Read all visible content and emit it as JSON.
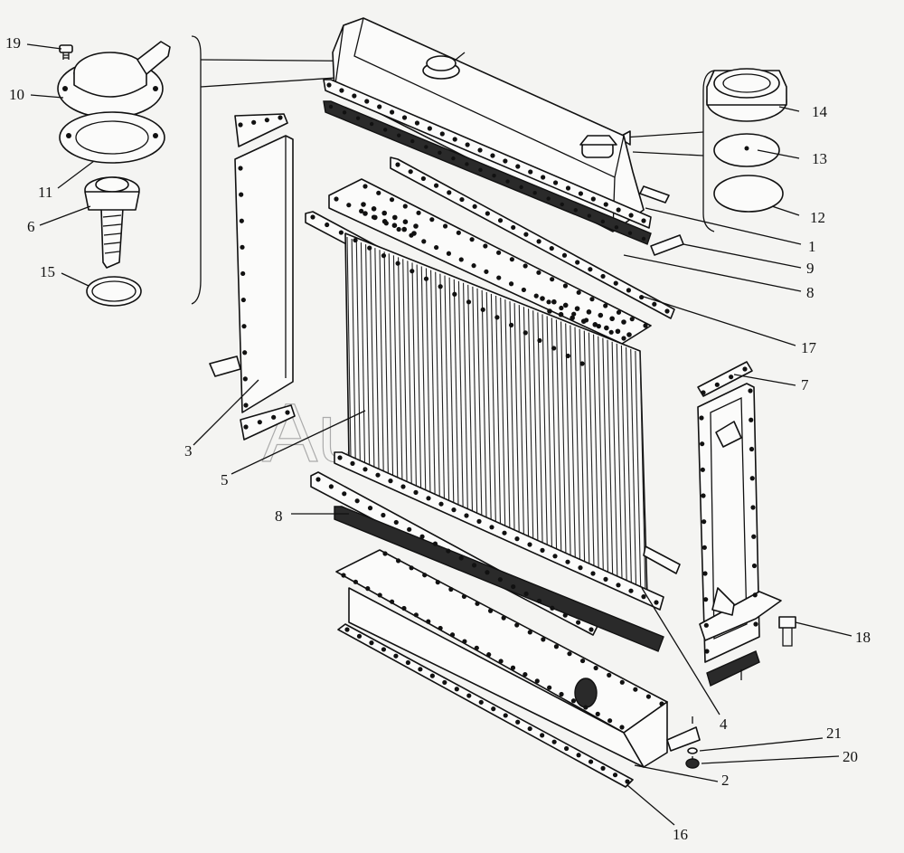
{
  "watermark": "AutoSoft",
  "callouts": [
    {
      "id": "c19",
      "text": "19"
    },
    {
      "id": "c10",
      "text": "10"
    },
    {
      "id": "c11",
      "text": "11"
    },
    {
      "id": "c6",
      "text": "6"
    },
    {
      "id": "c15",
      "text": "15"
    },
    {
      "id": "c3",
      "text": "3"
    },
    {
      "id": "c5",
      "text": "5"
    },
    {
      "id": "c8a",
      "text": "8"
    },
    {
      "id": "c14",
      "text": "14"
    },
    {
      "id": "c13",
      "text": "13"
    },
    {
      "id": "c12",
      "text": "12"
    },
    {
      "id": "c1",
      "text": "1"
    },
    {
      "id": "c9",
      "text": "9"
    },
    {
      "id": "c8b",
      "text": "8"
    },
    {
      "id": "c17",
      "text": "17"
    },
    {
      "id": "c7",
      "text": "7"
    },
    {
      "id": "c18",
      "text": "18"
    },
    {
      "id": "c4",
      "text": "4"
    },
    {
      "id": "c21",
      "text": "21"
    },
    {
      "id": "c20",
      "text": "20"
    },
    {
      "id": "c2",
      "text": "2"
    },
    {
      "id": "c16",
      "text": "16"
    }
  ]
}
